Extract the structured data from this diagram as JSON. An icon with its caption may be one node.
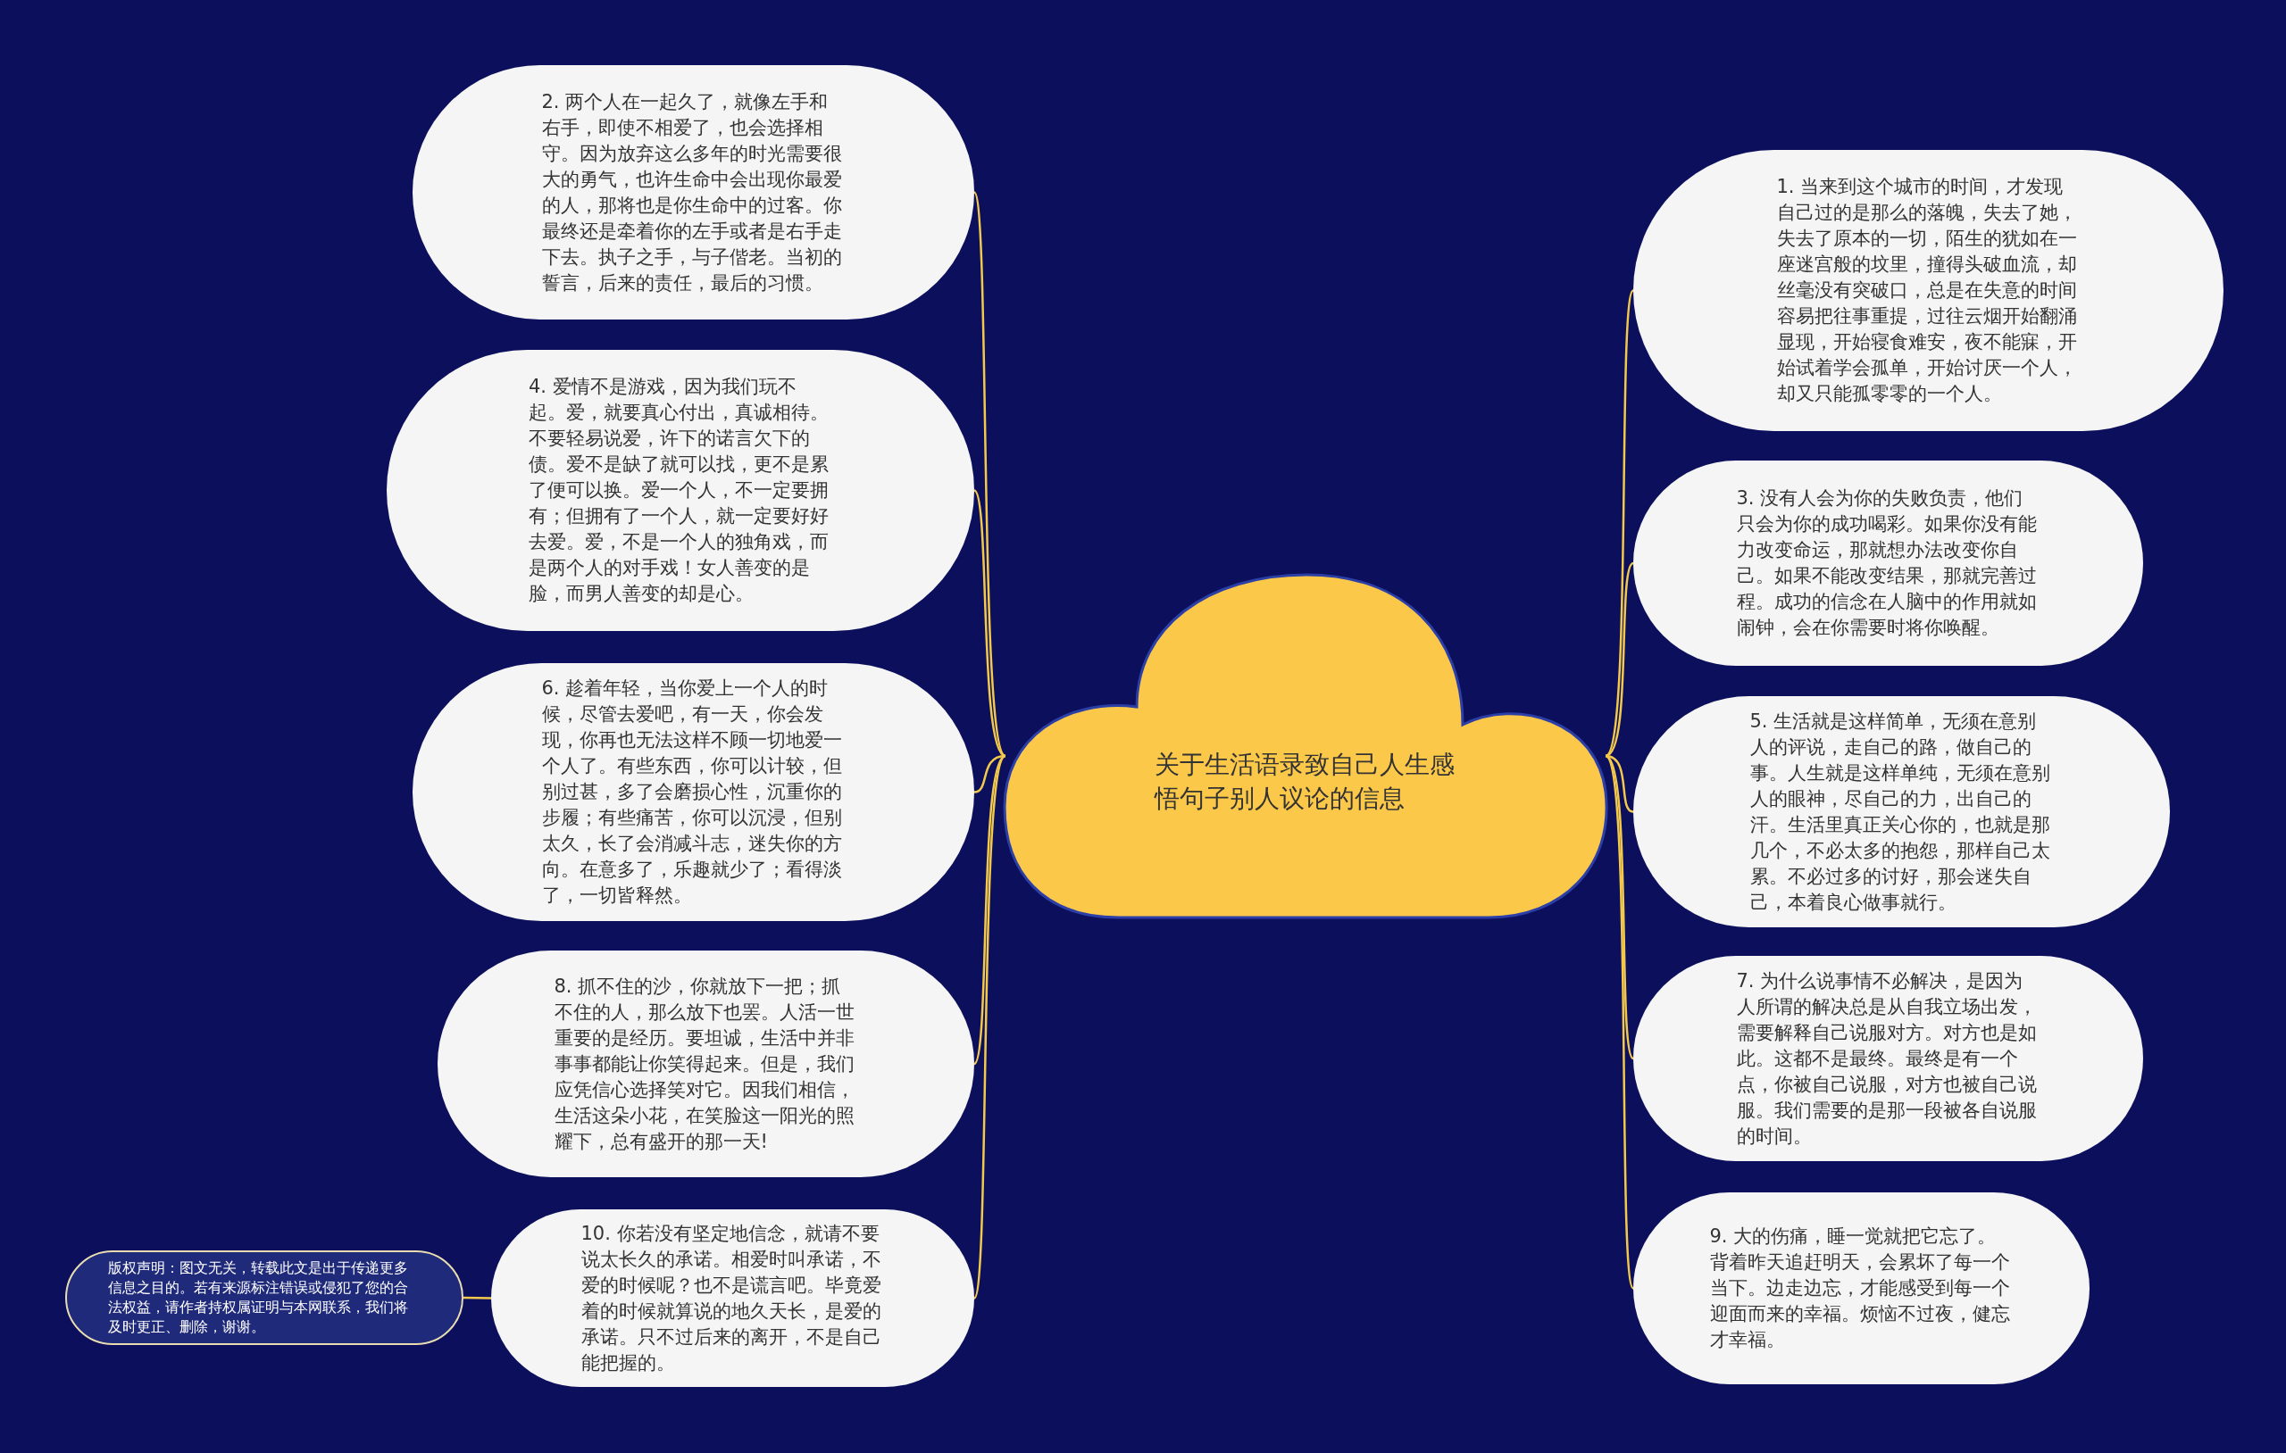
{
  "diagram": {
    "nodes": [
      {
        "text": [
          "关于生活语录致自己人生感悟句子别人议论的信息"
        ]
      },
      {
        "text": [
          "2. 两个人在一起久了，就像左手和右手，即使不相爱了，也会选择相守。因为放弃这么多年的时光需要很大的勇气，也许生命中会出现你最爱的人，那将也是你生命中的过客。你最终还是牵着你的左手或者是右手走下去。执子之手，与子偕老。当初的誓言，后来的责任，最后的习惯。"
        ]
      },
      {
        "text": [
          "4. 爱情不是游戏，因为我们玩不起。爱，就要真心付出，真诚相待。不要轻易说爱，许下的诺言欠下的债。爱不是缺了就可以找，更不是累了便可以换。爱一个人，不一定要拥有；但拥有了一个人，就一定要好好去爱。爱，不是一个人的独角戏，而是两个人的对手戏！女人善变的是脸，而男人善变的却是心。"
        ]
      },
      {
        "text": [
          "6. 趁着年轻，当你爱上一个人的时候，尽管去爱吧，有一天，你会发现，你再也无法这样不顾一切地爱一个人了。有些东西，你可以计较，但别过甚，多了会磨损心性，沉重你的步履；有些痛苦，你可以沉浸，但别太久，长了会消减斗志，迷失你的方向。在意多了，乐趣就少了；看得淡了，一切皆释然。"
        ]
      },
      {
        "text": [
          "8. 抓不住的沙，你就放下一把；抓不住的人，那么放下也罢。人活一世重要的是经历。要坦诚，生活中并非事事都能让你笑得起来。但是，我们应凭信心选择笑对它。因我们相信，生活这朵小花，在笑脸这一阳光的照耀下，总有盛开的那一天!"
        ]
      },
      {
        "text": [
          "10. 你若没有坚定地信念，就请不要说太长久的承诺。相爱时叫承诺，不爱的时候呢？也不是谎言吧。毕竟爱着的时候就算说的地久天长，是爱的承诺。只不过后来的离开，不是自己能把握的。"
        ]
      },
      {
        "text": [
          "版权声明：图文无关，转载此文是出于传递更多信息之目的。若有来源标注错误或侵犯了您的合法权益，请作者持权属证明与本网联系，我们将及时更正、删除，谢谢。"
        ]
      },
      {
        "text": [
          "1. 当来到这个城市的时间，才发现自己过的是那么的落魄，失去了她，失去了原本的一切，陌生的犹如在一座迷宫般的坟里，撞得头破血流，却丝毫没有突破口，总是在失意的时间容易把往事重提，过往云烟开始翻涌显现，开始寝食难安，夜不能寐，开始试着学会孤单，开始讨厌一个人，却又只能孤零零的一个人。"
        ]
      },
      {
        "text": [
          "3. 没有人会为你的失败负责，他们只会为你的成功喝彩。如果你没有能力改变命运，那就想办法改变你自己。如果不能改变结果，那就完善过程。成功的信念在人脑中的作用就如闹钟，会在你需要时将你唤醒。"
        ]
      },
      {
        "text": [
          "5. 生活就是这样简单，无须在意别人的评说，走自己的路，做自己的事。人生就是这样单纯，无须在意别人的眼神，尽自己的力，出自己的汗。生活里真正关心你的，也就是那几个，不必太多的抱怨，那样自己太累。不必过多的讨好，那会迷失自己，本着良心做事就行。"
        ]
      },
      {
        "text": [
          "7. 为什么说事情不必解决，是因为人所谓的解决总是从自我立场出发，需要解释自己说服对方。对方也是如此。这都不是最终。最终是有一个点，你被自己说服，对方也被自己说服。我们需要的是那一段被各自说服的时间。"
        ]
      },
      {
        "text": [
          "9. 大的伤痛，睡一觉就把它忘了。背着昨天追赶明天，会累坏了每一个当下。边走边忘，才能感受到每一个迎面而来的幸福。烦恼不过夜，健忘才幸福。"
        ]
      }
    ],
    "edges": [
      {
        "from": 0,
        "to": 1,
        "arrow": "none"
      },
      {
        "from": 0,
        "to": 2,
        "arrow": "none"
      },
      {
        "from": 0,
        "to": 3,
        "arrow": "none"
      },
      {
        "from": 0,
        "to": 4,
        "arrow": "none"
      },
      {
        "from": 0,
        "to": 5,
        "arrow": "none"
      },
      {
        "from": 5,
        "to": 6,
        "arrow": "none"
      },
      {
        "from": 0,
        "to": 7,
        "arrow": "none"
      },
      {
        "from": 0,
        "to": 8,
        "arrow": "none"
      },
      {
        "from": 0,
        "to": 9,
        "arrow": "none"
      },
      {
        "from": 0,
        "to": 10,
        "arrow": "none"
      },
      {
        "from": 0,
        "to": 11,
        "arrow": "none"
      }
    ]
  }
}
